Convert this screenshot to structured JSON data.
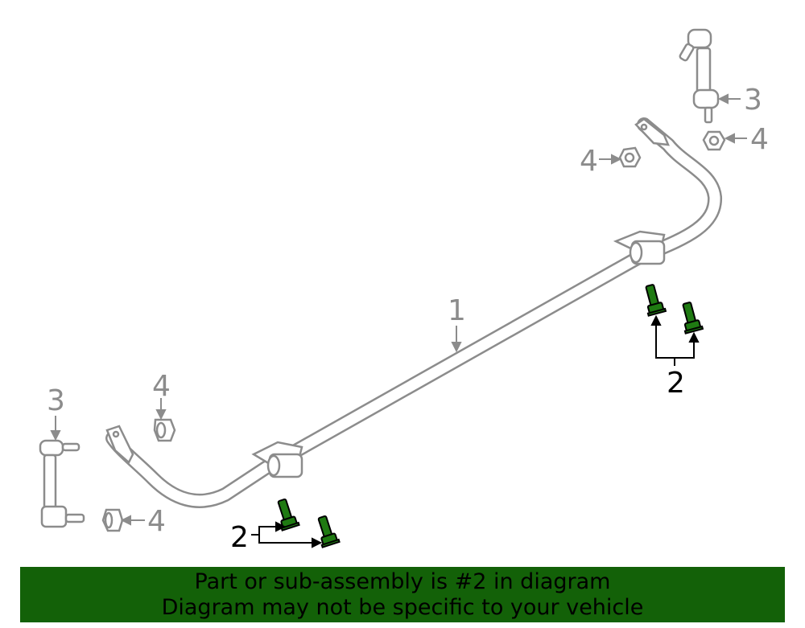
{
  "callouts": {
    "bar": "1",
    "bolt_right": "2",
    "bolt_left": "2",
    "link_right": "3",
    "link_left": "3",
    "nut_right_top": "4",
    "nut_right_mid": "4",
    "nut_left_top": "4",
    "nut_left_bottom": "4"
  },
  "banner": {
    "line1": "Part or sub-assembly is #2 in diagram",
    "line2": "Diagram may not be specific to your vehicle"
  },
  "colors": {
    "highlight": "#1f7a12",
    "banner": "#136108",
    "line": "#8c8c8c"
  }
}
